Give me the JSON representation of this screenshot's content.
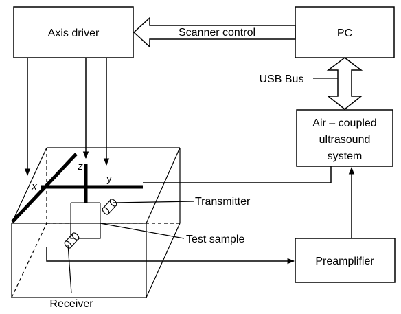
{
  "blocks": {
    "axis_driver": "Axis driver",
    "pc": "PC",
    "air_coupled_lines": [
      "Air – coupled",
      "ultrasound",
      "system"
    ],
    "preamplifier": "Preamplifier"
  },
  "links": {
    "scanner_control": "Scanner control",
    "usb_bus": "USB Bus"
  },
  "axes": {
    "x": "x",
    "z": "z",
    "y": "y"
  },
  "components": {
    "transmitter": "Transmitter",
    "test_sample": "Test sample",
    "receiver": "Receiver"
  }
}
